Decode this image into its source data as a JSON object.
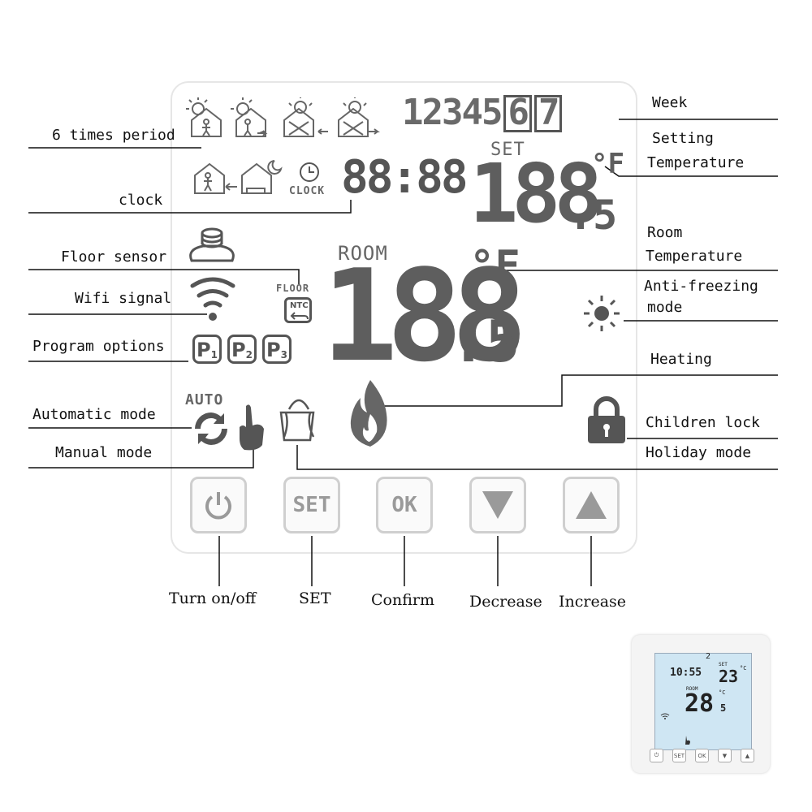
{
  "lcd": {
    "week_digits": "12345",
    "week_boxed": [
      "6",
      "7"
    ],
    "set_label": "SET",
    "set_temp": "188",
    "set_decimal": ".5",
    "set_unit": "°F",
    "clock_label": "CLOCK",
    "clock_time": "88:88",
    "room_label": "ROOM",
    "room_temp": "188",
    "room_decimal": ".5",
    "room_unit": "°F",
    "floor_label": "FLOOR",
    "ntc_label": "NTC",
    "auto_label": "AUTO",
    "programs": [
      {
        "letter": "P",
        "index": "1"
      },
      {
        "letter": "P",
        "index": "2"
      },
      {
        "letter": "P",
        "index": "3"
      }
    ],
    "buttons": {
      "set": "SET",
      "ok": "OK"
    }
  },
  "callouts": {
    "six_times_period": "6 times period",
    "clock": "clock",
    "floor_sensor": "Floor sensor",
    "wifi_signal": "Wifi signal",
    "program_options": "Program options",
    "automatic_mode": "Automatic mode",
    "manual_mode": "Manual mode",
    "week": "Week",
    "setting": "Setting",
    "temperature_set": "Temperature",
    "room": "Room",
    "temperature_room": "Temperature",
    "anti_freezing": "Anti-freezing",
    "mode": "mode",
    "heating": "Heating",
    "children_lock": "Children lock",
    "holiday_mode": "Holiday mode"
  },
  "button_labels": {
    "turn_on_off": "Turn on/off",
    "set": "SET",
    "confirm": "Confirm",
    "decrease": "Decrease",
    "increase": "Increase"
  },
  "photo": {
    "day": "2",
    "time": "10:55",
    "set_label": "SET",
    "set_temp": "23",
    "set_unit": "°C",
    "room_label": "ROOM",
    "room_temp": "28",
    "room_decimal": "5",
    "room_unit": "°C",
    "buttons": [
      "SET",
      "OK"
    ]
  },
  "colors": {
    "lcd_segment": "#5e5e5e",
    "frame": "#e6e6e6",
    "callout_line": "#111111",
    "photo_screen": "#cfe6f3"
  },
  "icons": [
    "sun-house-icon",
    "clock-icon",
    "floor-sensor-icon",
    "wifi-icon",
    "refresh-icon",
    "hand-icon",
    "bag-icon",
    "flame-icon",
    "lock-icon",
    "sun-icon",
    "power-icon",
    "down-triangle-icon",
    "up-triangle-icon"
  ]
}
